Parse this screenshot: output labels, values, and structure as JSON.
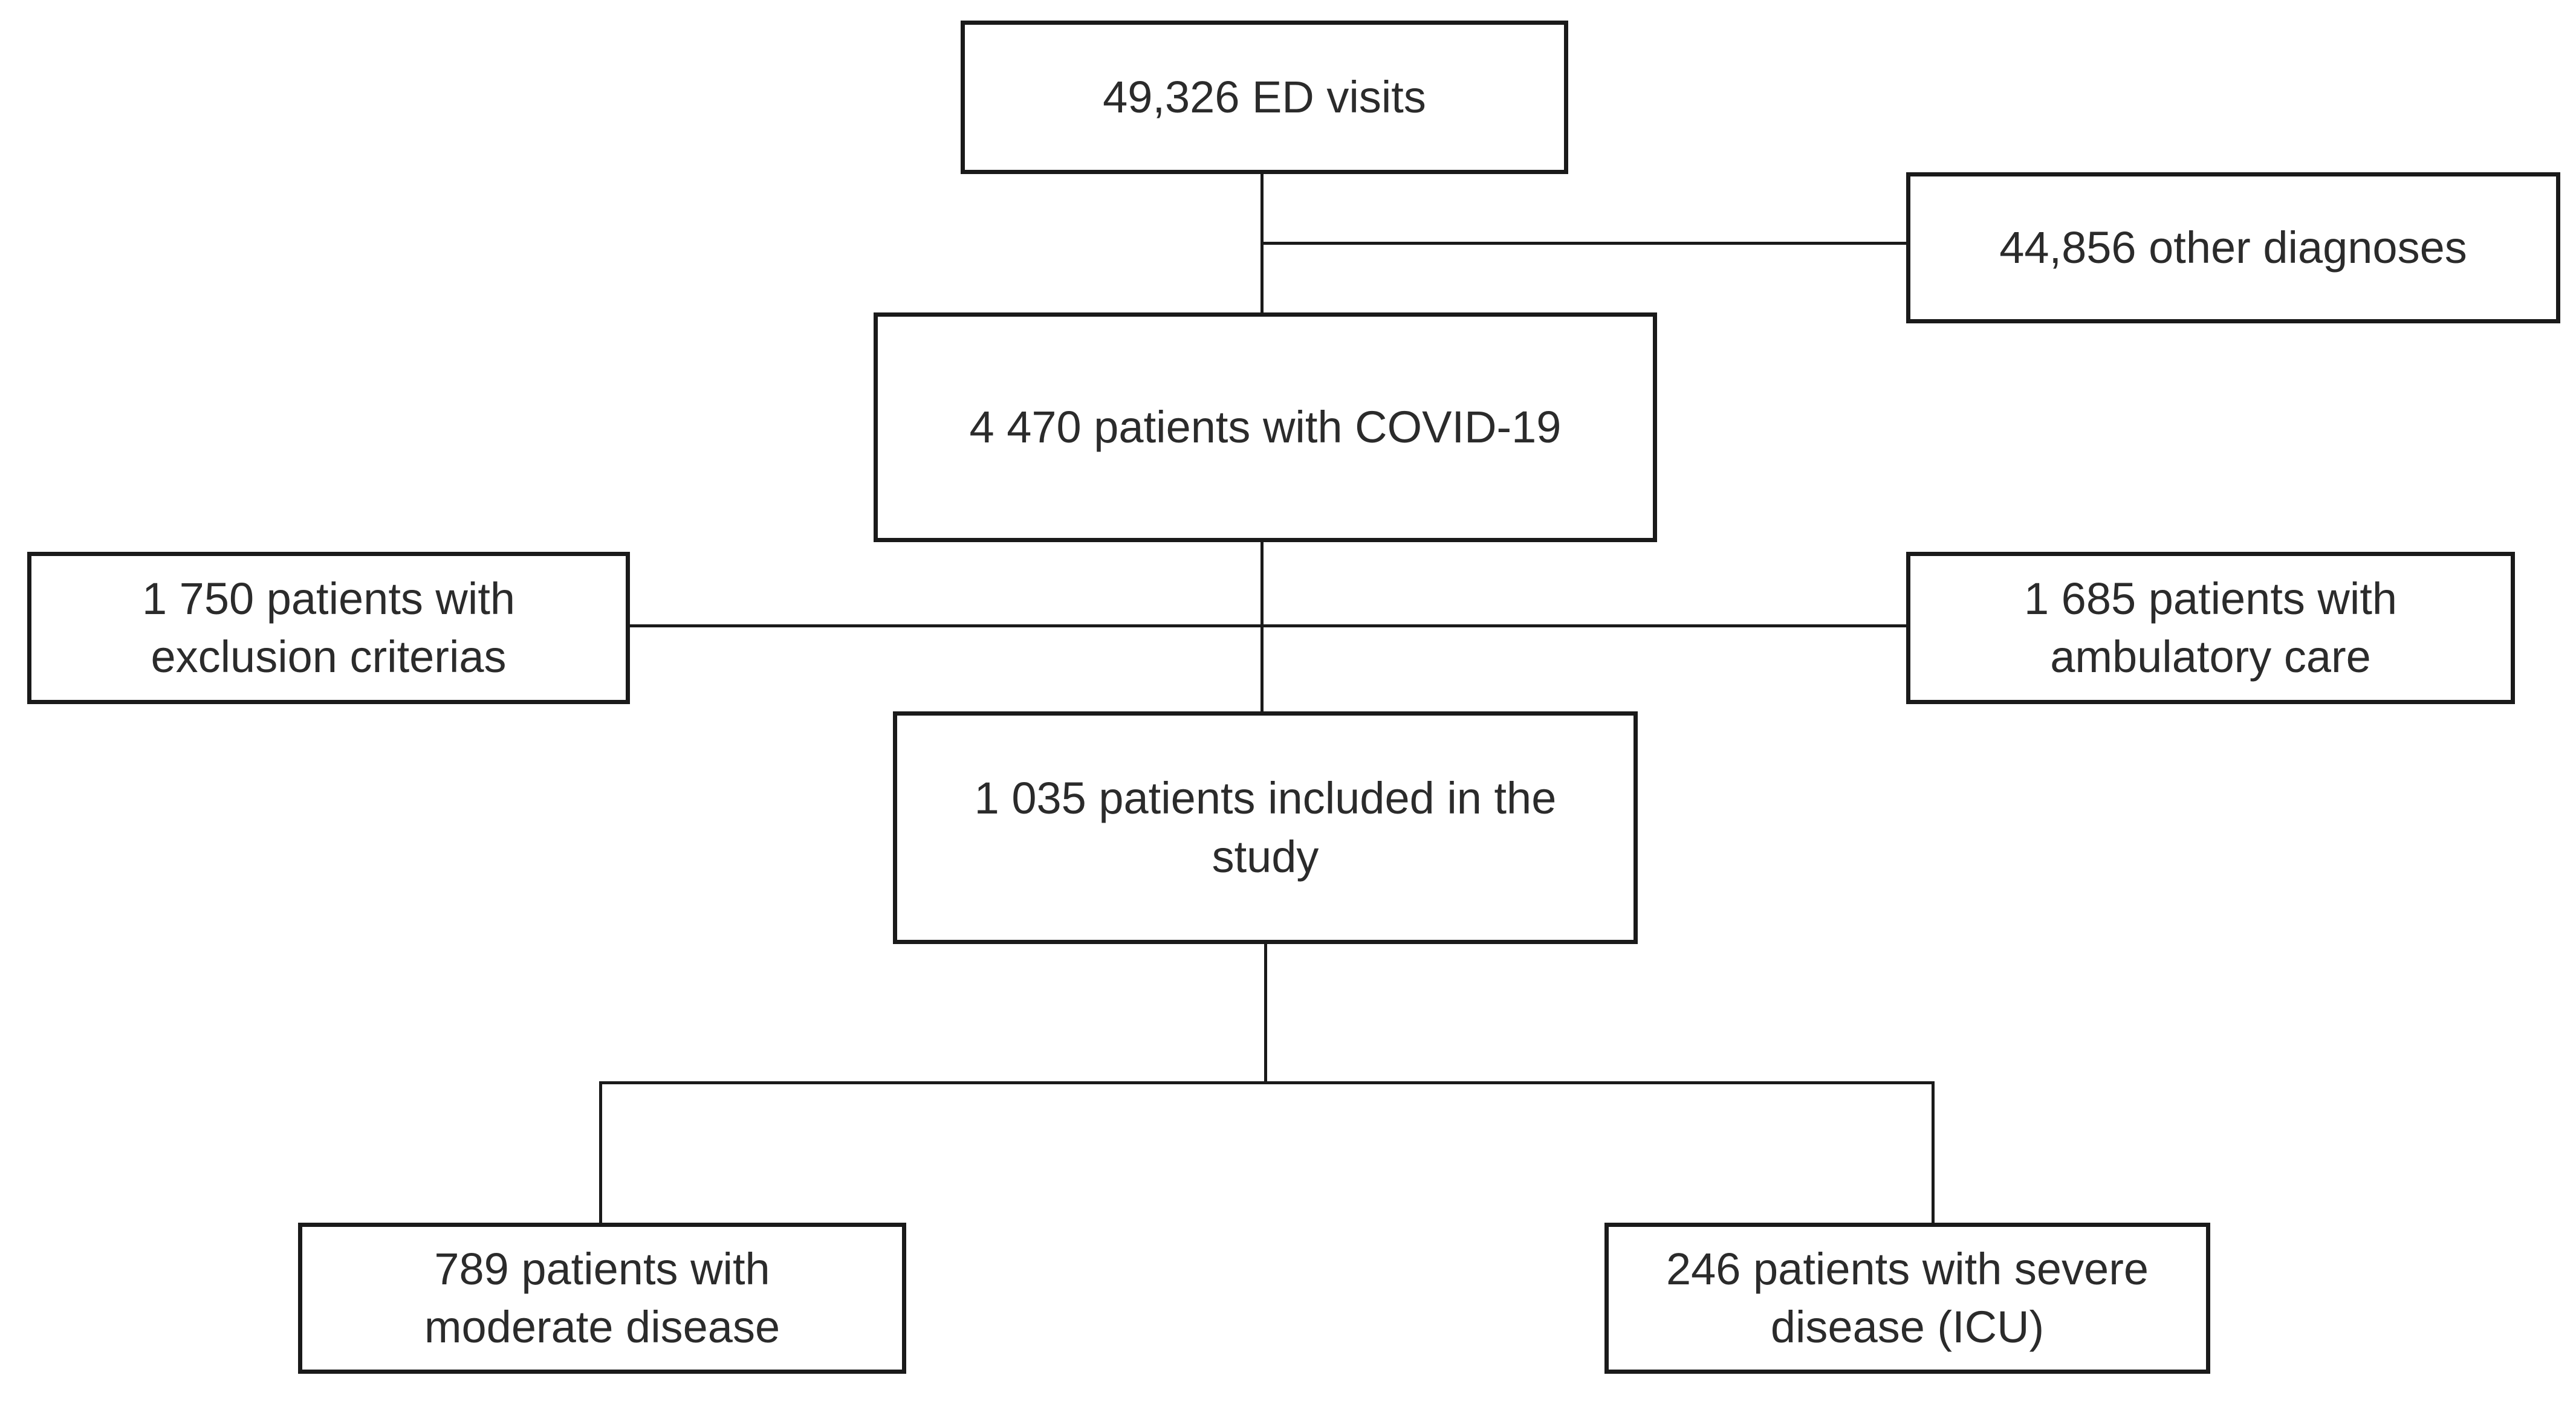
{
  "diagram": {
    "type": "flowchart",
    "colors": {
      "background": "#ffffff",
      "box_fill": "#ffffff",
      "box_border": "#1a1a1a",
      "connector": "#1a1a1a",
      "text": "#2b2b2b"
    },
    "nodes": {
      "ed_visits": {
        "label": "49,326 ED visits",
        "lines": [
          "49,326 ED visits"
        ]
      },
      "other_diag": {
        "label": "44,856 other diagnoses",
        "lines": [
          "44,856 other diagnoses"
        ]
      },
      "covid": {
        "label": "4 470 patients with COVID-19",
        "lines": [
          "4 470 patients with COVID-19"
        ]
      },
      "exclusion": {
        "label": "1 750 patients with exclusion criterias",
        "lines": [
          "1 750 patients with",
          "exclusion criterias"
        ]
      },
      "ambulatory": {
        "label": "1 685 patients with ambulatory care",
        "lines": [
          "1 685 patients with",
          "ambulatory care"
        ]
      },
      "included": {
        "label": "1 035 patients included in the study",
        "lines": [
          "1 035 patients included in the",
          "study"
        ]
      },
      "moderate": {
        "label": "789 patients with moderate disease",
        "lines": [
          "789 patients with",
          "moderate disease"
        ]
      },
      "severe": {
        "label": "246 patients with severe disease (ICU)",
        "lines": [
          "246 patients with severe",
          "disease (ICU)"
        ]
      }
    },
    "edges": [
      {
        "from": "ed_visits",
        "to": "other_diag"
      },
      {
        "from": "ed_visits",
        "to": "covid"
      },
      {
        "from": "covid",
        "to": "exclusion"
      },
      {
        "from": "covid",
        "to": "ambulatory"
      },
      {
        "from": "covid",
        "to": "included"
      },
      {
        "from": "included",
        "to": "moderate"
      },
      {
        "from": "included",
        "to": "severe"
      }
    ]
  }
}
